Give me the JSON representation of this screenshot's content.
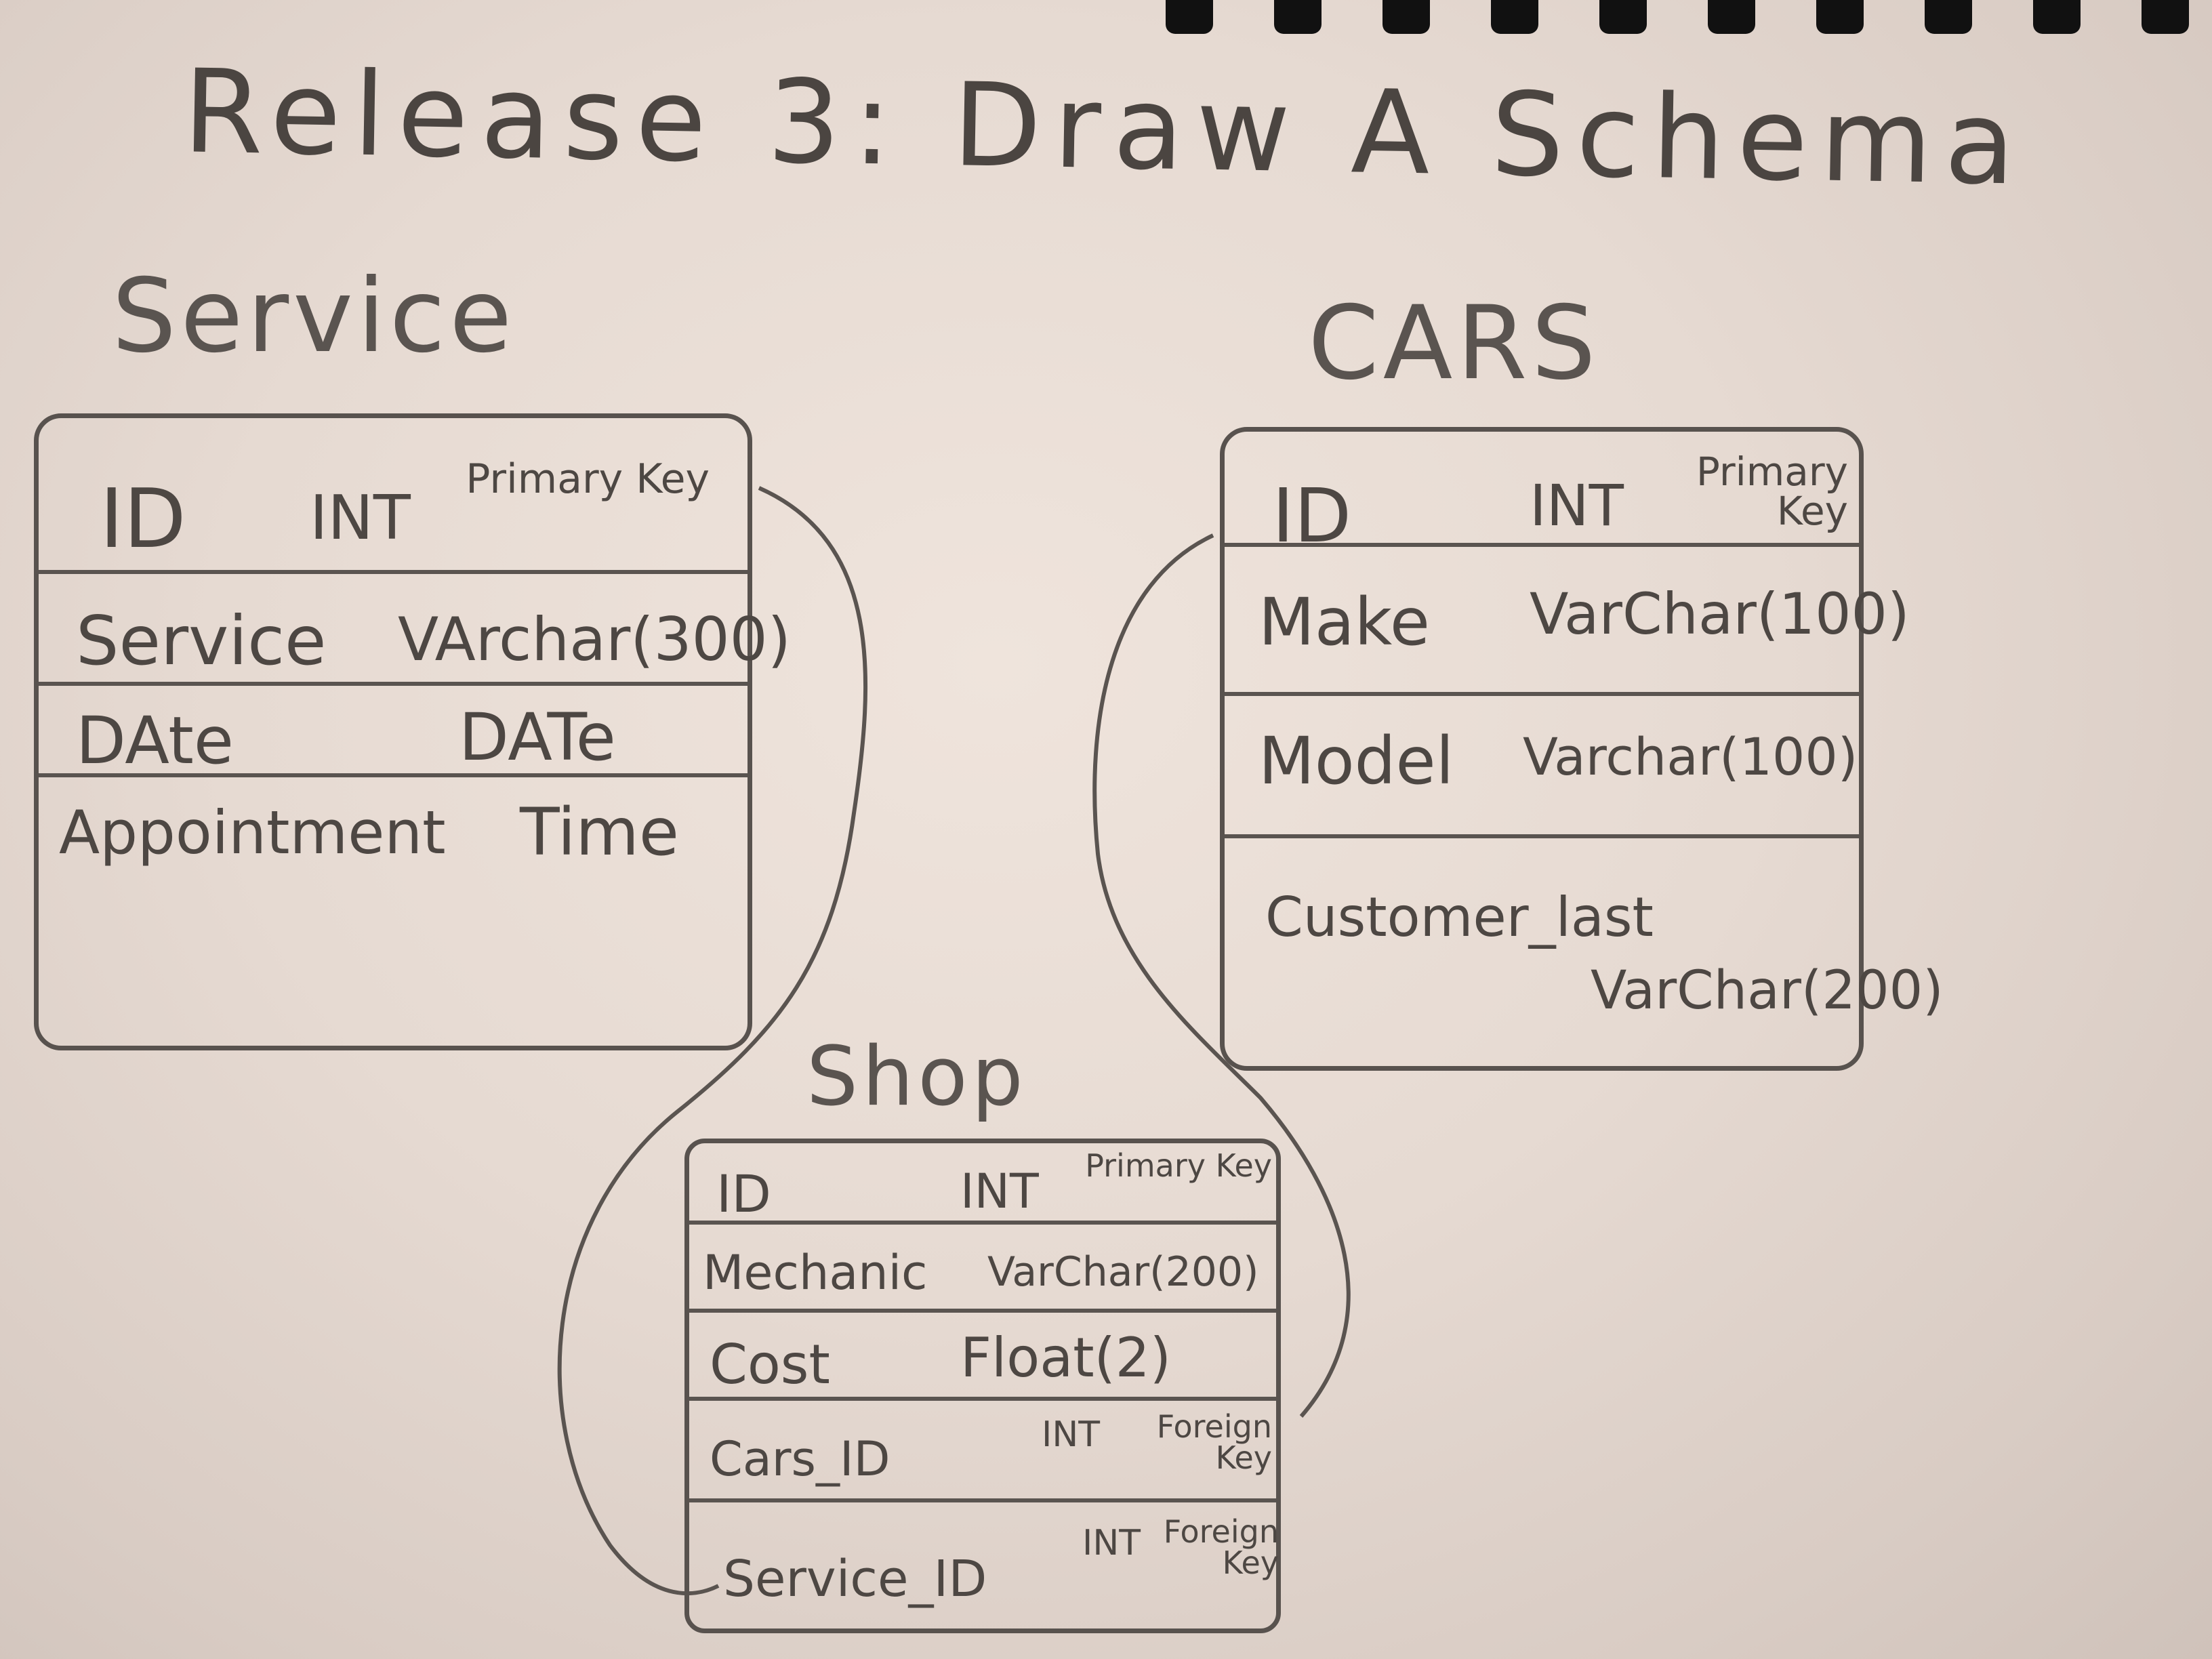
{
  "title": "Release 3: Draw A Schema",
  "tables": {
    "service": {
      "name": "Service",
      "rows": [
        {
          "field": "ID",
          "type": "INT",
          "note": "Primary Key"
        },
        {
          "field": "Service",
          "type": "VArchar(300)"
        },
        {
          "field": "DAte",
          "type": "DATe"
        },
        {
          "field": "Appointment",
          "type": "Time"
        }
      ]
    },
    "cars": {
      "name": "CARS",
      "rows": [
        {
          "field": "ID",
          "type": "INT",
          "note": "Primary Key"
        },
        {
          "field": "Make",
          "type": "VarChar(100)"
        },
        {
          "field": "Model",
          "type": "Varchar(100)"
        },
        {
          "field": "",
          "type": ""
        },
        {
          "field": "Customer_last",
          "type": "VarChar(200)"
        }
      ]
    },
    "shop": {
      "name": "Shop",
      "rows": [
        {
          "field": "ID",
          "type": "INT",
          "note": "Primary Key"
        },
        {
          "field": "Mechanic",
          "type": "VarChar(200)"
        },
        {
          "field": "Cost",
          "type": "Float(2)"
        },
        {
          "field": "Cars_ID",
          "type": "INT",
          "note": "Foreign Key"
        },
        {
          "field": "Service_ID",
          "type": "INT",
          "note": "Foreign Key"
        }
      ]
    }
  },
  "colors": {
    "ink": "#4d4743",
    "paper": "#e8ddd5",
    "spiral": "#111111"
  }
}
